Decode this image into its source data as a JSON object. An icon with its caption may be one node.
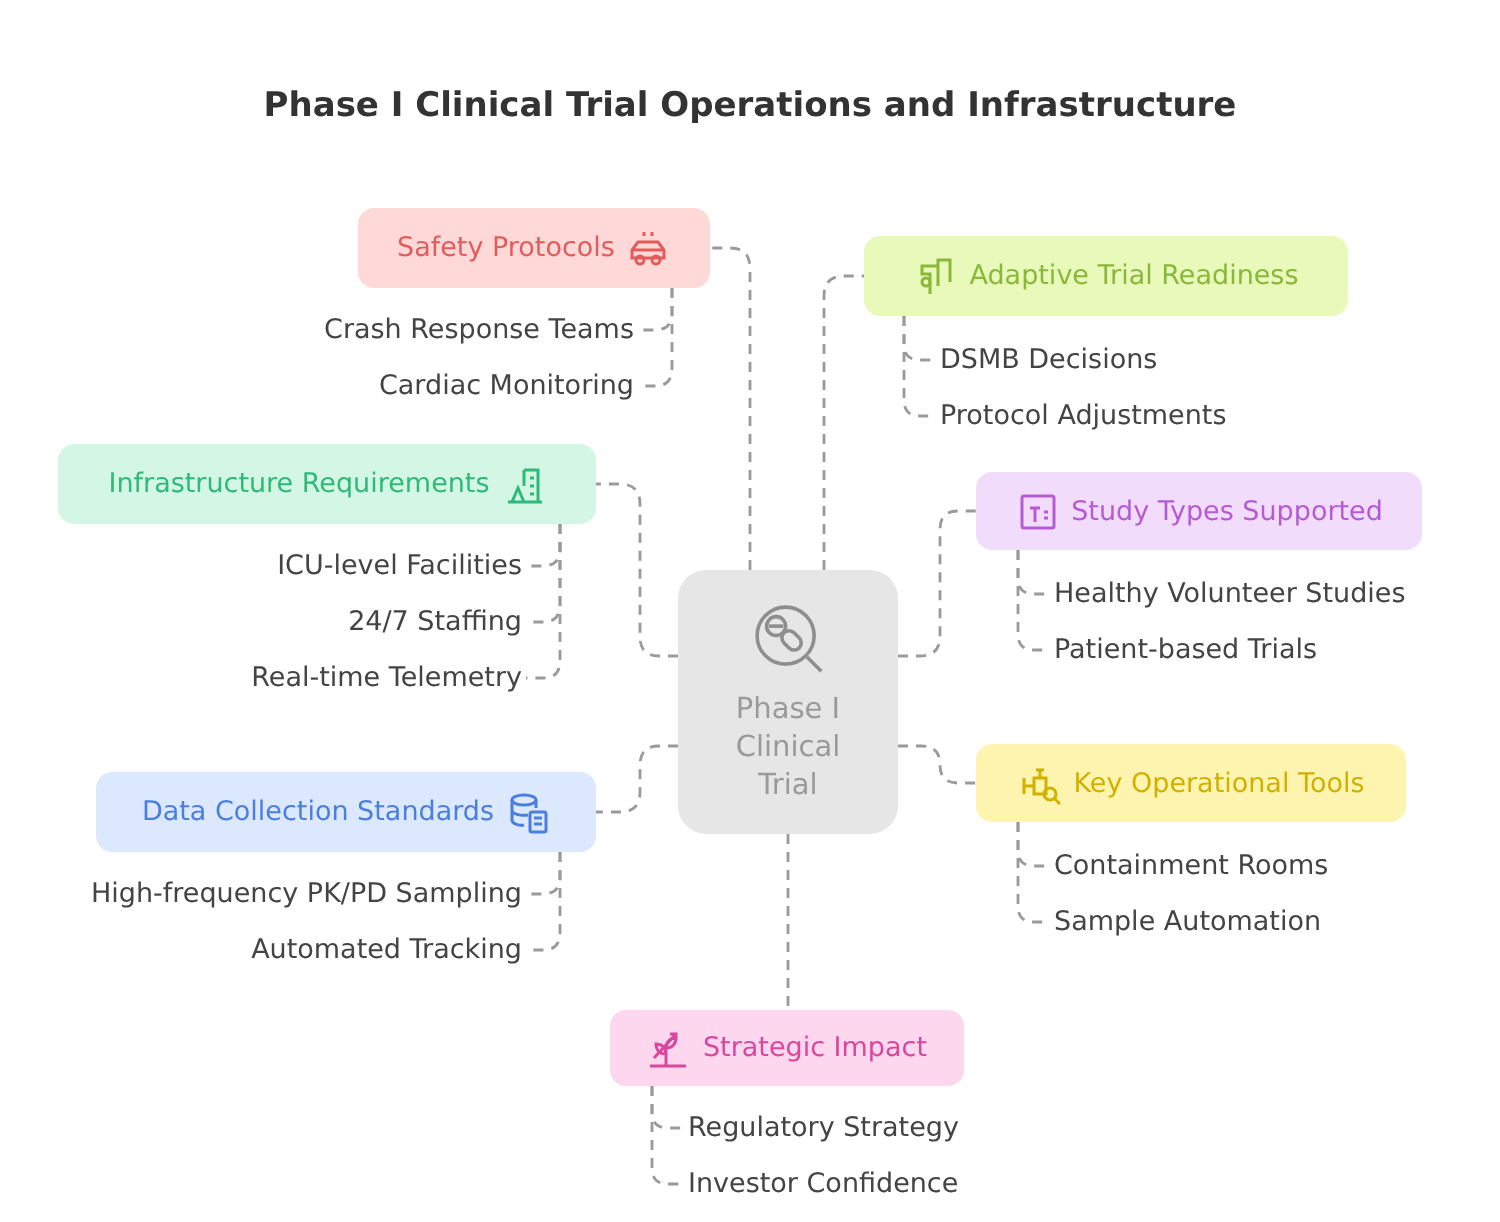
{
  "diagram": {
    "title": "Phase I Clinical Trial Operations and Infrastructure",
    "nodes": [
      {
        "text": [
          "Phase I Clinical Trial"
        ]
      },
      {
        "text": [
          "Safety Protocols"
        ]
      },
      {
        "text": [
          "Crash Response Teams"
        ]
      },
      {
        "text": [
          "Cardiac Monitoring"
        ]
      },
      {
        "text": [
          "Adaptive Trial Readiness"
        ]
      },
      {
        "text": [
          "DSMB Decisions"
        ]
      },
      {
        "text": [
          "Protocol Adjustments"
        ]
      },
      {
        "text": [
          "Infrastructure Requirements"
        ]
      },
      {
        "text": [
          "ICU-level Facilities"
        ]
      },
      {
        "text": [
          "24/7 Staffing"
        ]
      },
      {
        "text": [
          "Real-time Telemetry"
        ]
      },
      {
        "text": [
          "Study Types Supported"
        ]
      },
      {
        "text": [
          "Healthy Volunteer Studies"
        ]
      },
      {
        "text": [
          "Patient-based Trials"
        ]
      },
      {
        "text": [
          "Data Collection Standards"
        ]
      },
      {
        "text": [
          "High-frequency PK/PD Sampling"
        ]
      },
      {
        "text": [
          "Automated Tracking"
        ]
      },
      {
        "text": [
          "Key Operational Tools"
        ]
      },
      {
        "text": [
          "Containment Rooms"
        ]
      },
      {
        "text": [
          "Sample Automation"
        ]
      },
      {
        "text": [
          "Strategic Impact"
        ]
      },
      {
        "text": [
          "Regulatory Strategy"
        ]
      },
      {
        "text": [
          "Investor Confidence"
        ]
      }
    ],
    "edges": [
      {
        "from": 0,
        "to": 1,
        "arrow": "none"
      },
      {
        "from": 0,
        "to": 4,
        "arrow": "none"
      },
      {
        "from": 0,
        "to": 7,
        "arrow": "none"
      },
      {
        "from": 0,
        "to": 11,
        "arrow": "none"
      },
      {
        "from": 0,
        "to": 14,
        "arrow": "none"
      },
      {
        "from": 0,
        "to": 17,
        "arrow": "none"
      },
      {
        "from": 0,
        "to": 20,
        "arrow": "none"
      },
      {
        "from": 1,
        "to": 2,
        "arrow": "none"
      },
      {
        "from": 1,
        "to": 3,
        "arrow": "none"
      },
      {
        "from": 4,
        "to": 5,
        "arrow": "none"
      },
      {
        "from": 4,
        "to": 6,
        "arrow": "none"
      },
      {
        "from": 7,
        "to": 8,
        "arrow": "none"
      },
      {
        "from": 7,
        "to": 9,
        "arrow": "none"
      },
      {
        "from": 7,
        "to": 10,
        "arrow": "none"
      },
      {
        "from": 11,
        "to": 12,
        "arrow": "none"
      },
      {
        "from": 11,
        "to": 13,
        "arrow": "none"
      },
      {
        "from": 14,
        "to": 15,
        "arrow": "none"
      },
      {
        "from": 14,
        "to": 16,
        "arrow": "none"
      },
      {
        "from": 17,
        "to": 18,
        "arrow": "none"
      },
      {
        "from": 17,
        "to": 19,
        "arrow": "none"
      },
      {
        "from": 20,
        "to": 21,
        "arrow": "none"
      },
      {
        "from": 20,
        "to": 22,
        "arrow": "none"
      }
    ]
  }
}
